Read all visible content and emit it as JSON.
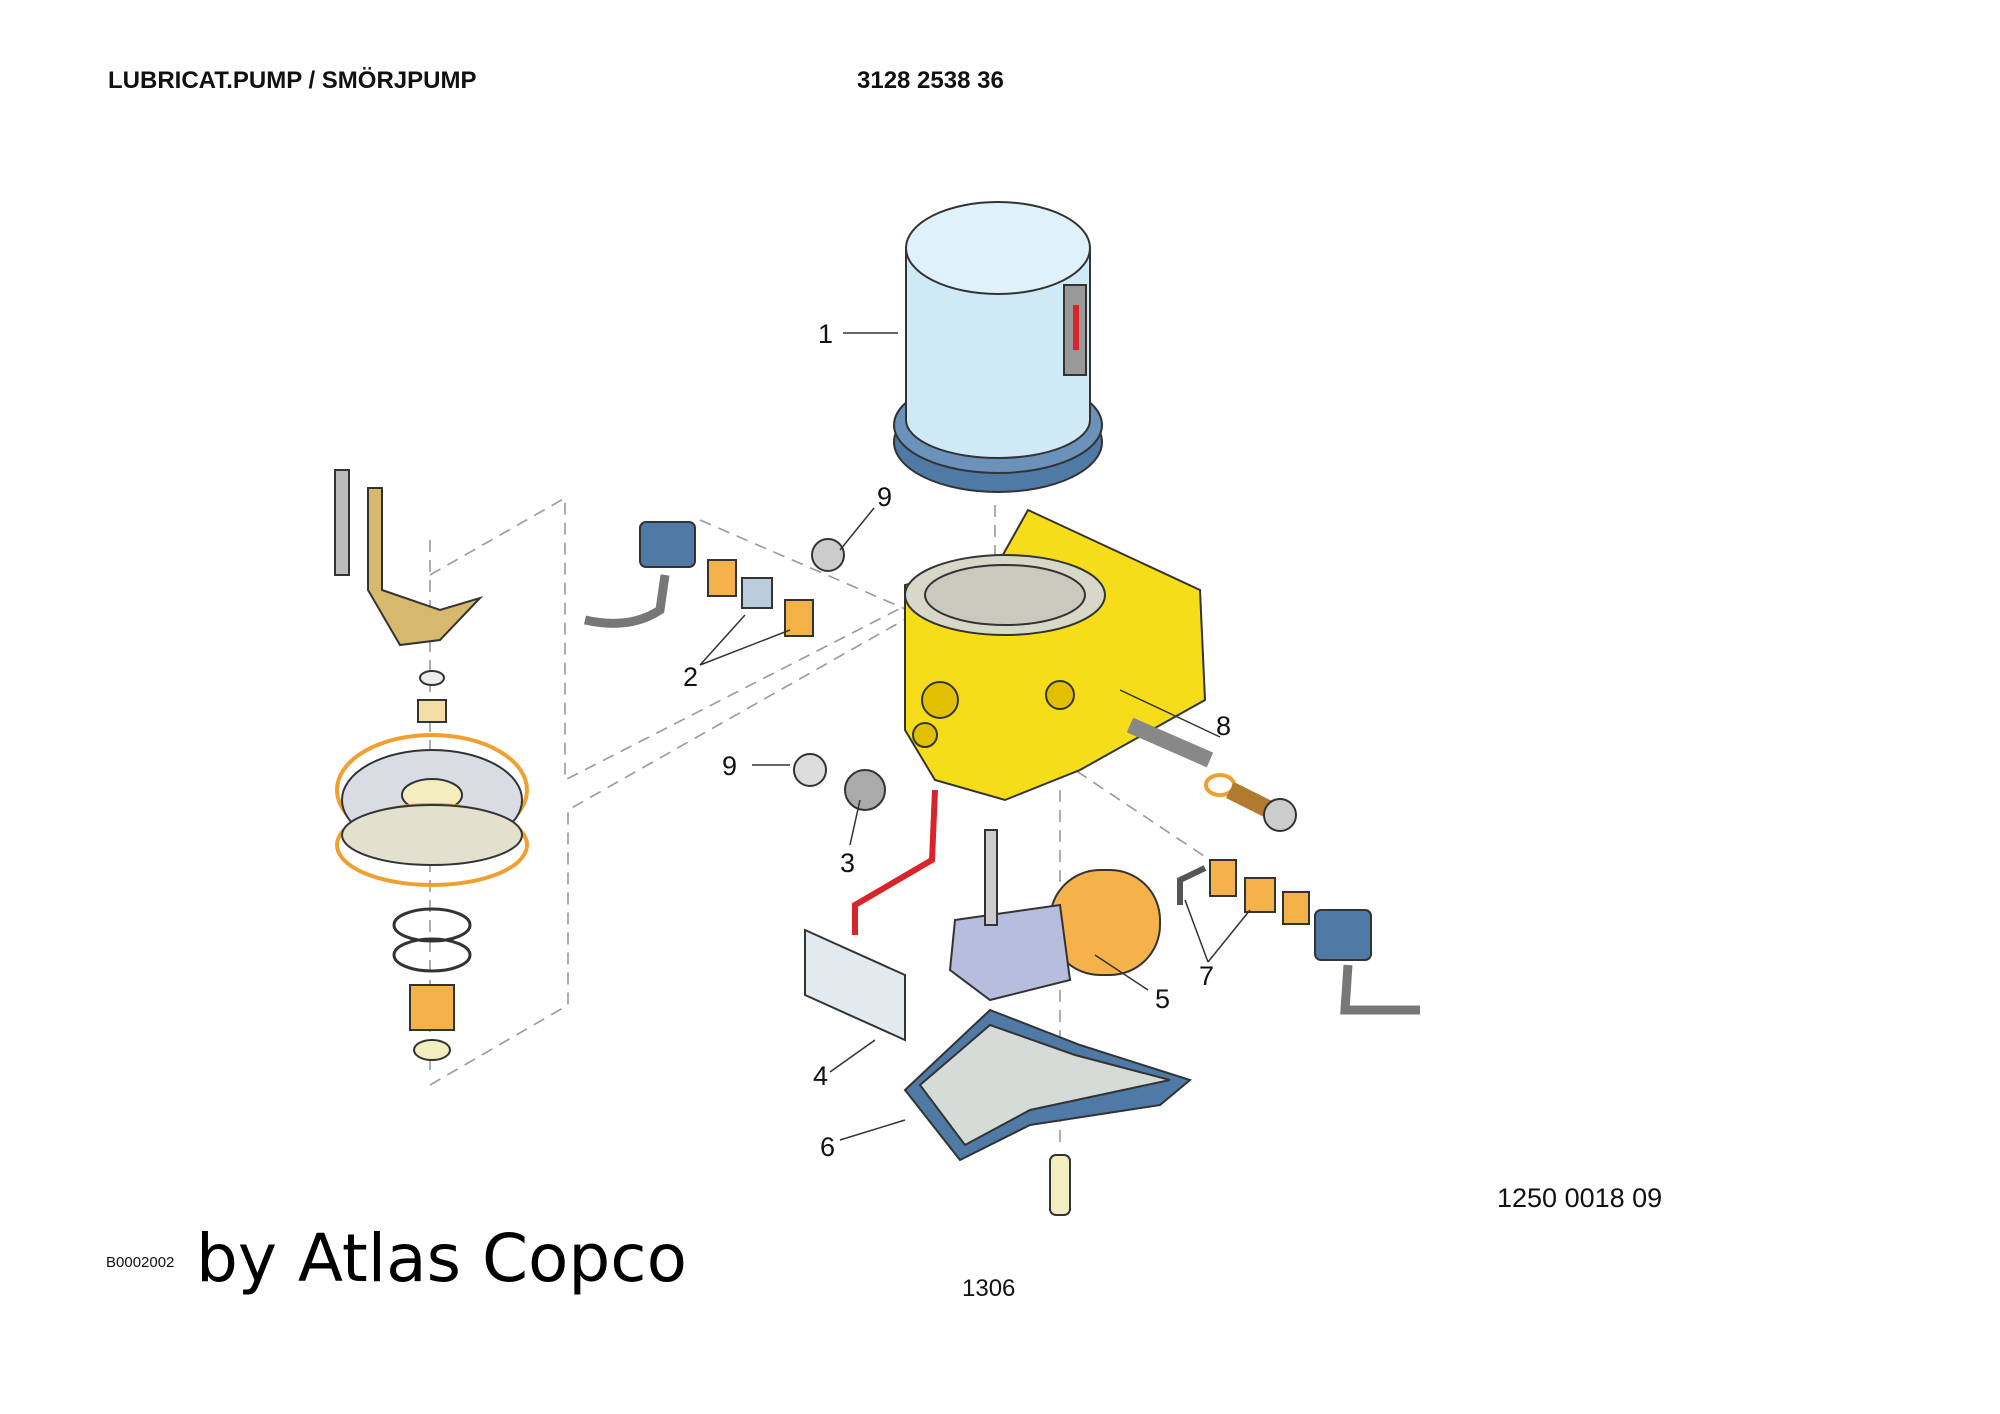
{
  "header": {
    "title": "LUBRICAT.PUMP / SMÖRJPUMP",
    "part_number": "3128 2538 36"
  },
  "footer": {
    "drawing_number": "1250 0018 09",
    "code": "B0002002",
    "brand": "by Atlas Copco",
    "page": "1306"
  },
  "callouts": [
    "1",
    "9",
    "2",
    "8",
    "9",
    "3",
    "5",
    "7",
    "4",
    "6"
  ],
  "colors": {
    "housing": "#f6dd1a",
    "reservoir": "#cfe9f7",
    "base": "#4f7aa6",
    "orange": "#f5b14a",
    "ribbon": "#d8252a"
  }
}
